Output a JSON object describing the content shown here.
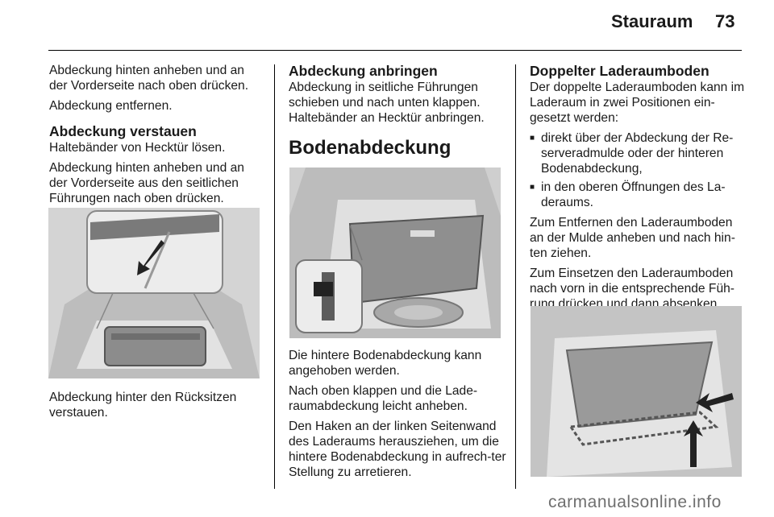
{
  "header": {
    "title": "Stauraum",
    "page_number": "73"
  },
  "col1": {
    "p1": "Abdeckung hinten anheben und an der Vorderseite nach oben drücken.",
    "p2": "Abdeckung entfernen.",
    "h1": "Abdeckung verstauen",
    "p3": "Haltebänder von Hecktür lösen.",
    "p4": "Abdeckung hinten anheben und an der Vorderseite aus den seitlichen Führungen nach oben drücken.",
    "p5": "Abdeckung hinter den Rücksitzen verstauen."
  },
  "col2": {
    "h1": "Abdeckung anbringen",
    "p1": "Abdeckung in seitliche Führungen schieben und nach unten klappen. Haltebänder an Hecktür anbringen.",
    "h2": "Bodenabdeckung",
    "p2": "Die hintere Bodenabdeckung kann angehoben werden.",
    "p3": "Nach oben klappen und die Lade-raumabdeckung leicht anheben.",
    "p4": "Den Haken an der linken Seitenwand des Laderaums herausziehen, um die hintere Bodenabdeckung in aufrech-ter Stellung zu arretieren."
  },
  "col3": {
    "h1": "Doppelter Laderaumboden",
    "p1": "Der doppelte Laderaumboden kann im Laderaum in zwei Positionen ein-gesetzt werden:",
    "bullets": [
      "direkt über der Abdeckung der Re-serveradmulde oder der hinteren Bodenabdeckung,",
      "in den oberen Öffnungen des La-deraums."
    ],
    "p2": "Zum Entfernen den Laderaumboden an der Mulde anheben und nach hin-ten ziehen.",
    "p3": "Zum Einsetzen den Laderaumboden nach vorn in die entsprechende Füh-rung drücken und dann absenken."
  },
  "watermark": "carmanualsonline.info"
}
